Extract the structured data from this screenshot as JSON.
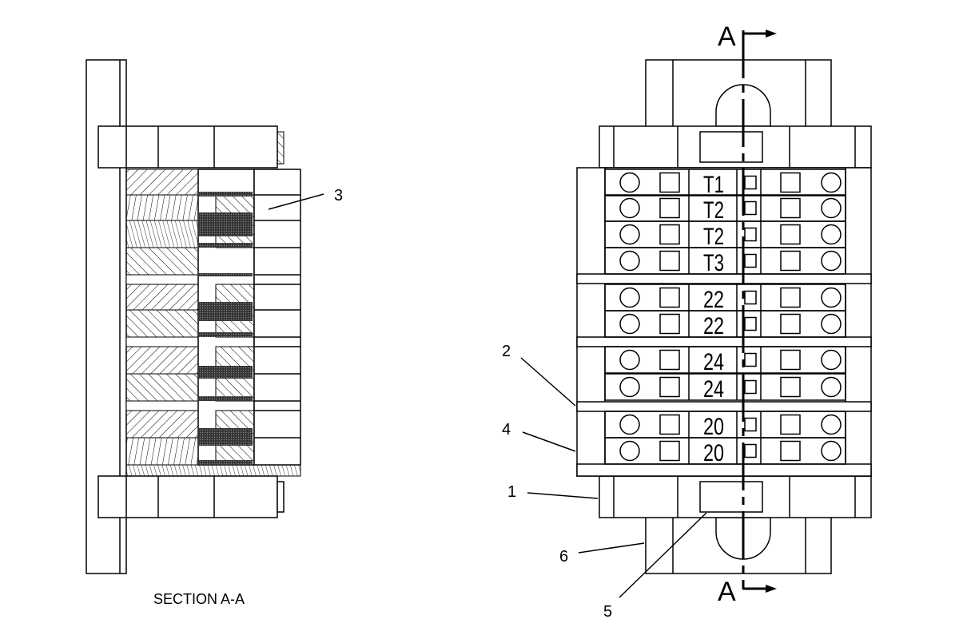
{
  "section_view": {
    "caption": "SECTION A-A",
    "callout": "3"
  },
  "front_view": {
    "section_marker_top": "A",
    "section_marker_bottom": "A",
    "terminal_labels": [
      "T1",
      "T2",
      "T2",
      "T3",
      "22",
      "22",
      "24",
      "24",
      "20",
      "20"
    ],
    "callouts": {
      "c1": "1",
      "c2": "2",
      "c4": "4",
      "c5": "5",
      "c6": "6"
    }
  }
}
